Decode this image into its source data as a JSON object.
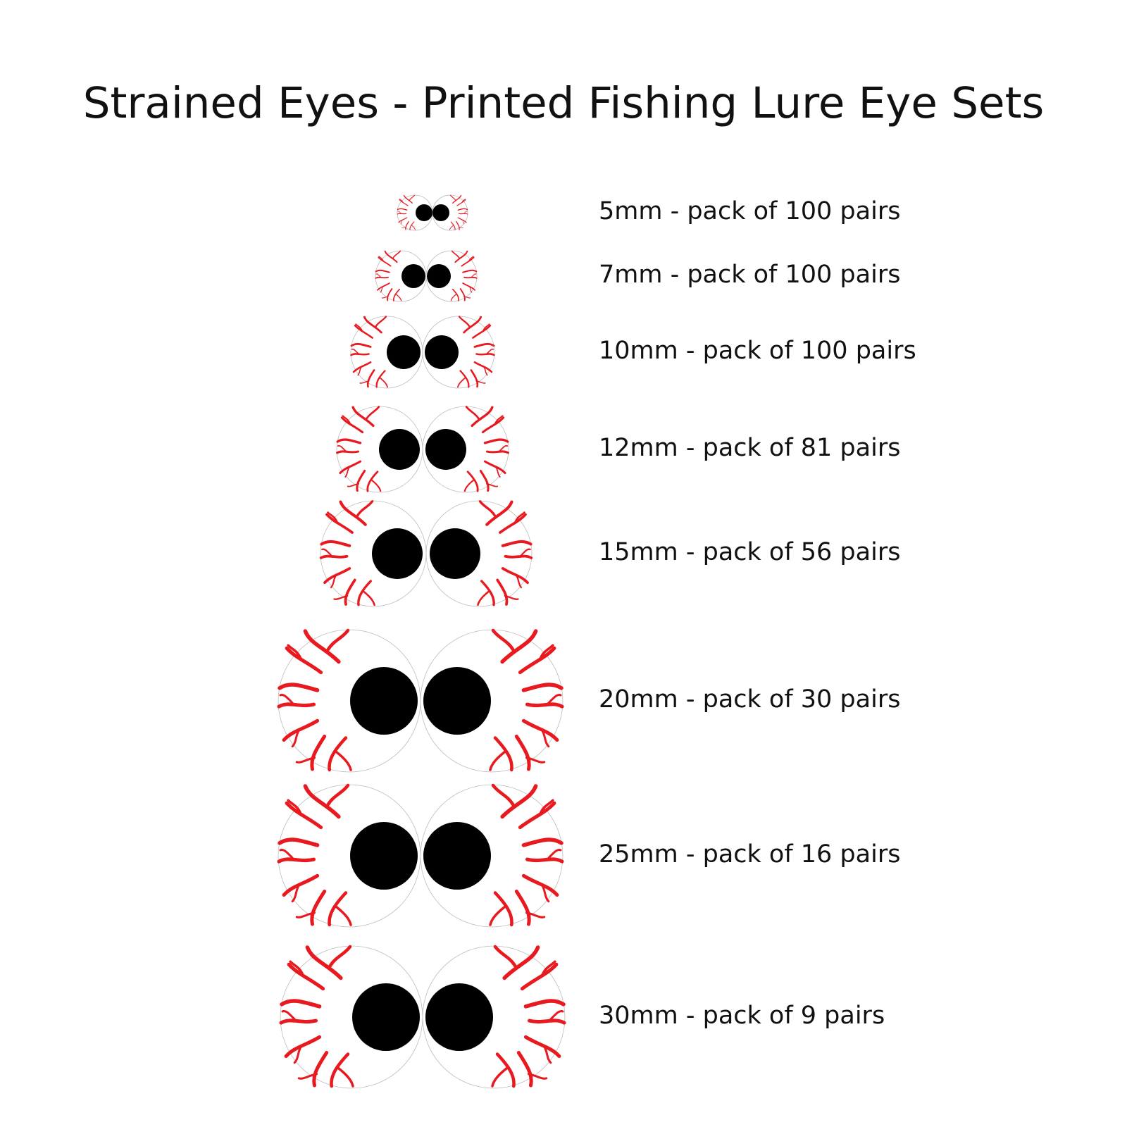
{
  "title": "Strained Eyes - Printed Fishing Lure Eye Sets",
  "colors": {
    "vein": "#e8191f",
    "pupil": "#000000",
    "eye_white": "#ffffff",
    "outline": "#bdbdbd",
    "text": "#111111"
  },
  "eye_sets": [
    {
      "label": "5mm - pack of 100 pairs"
    },
    {
      "label": "7mm - pack of 100 pairs"
    },
    {
      "label": "10mm - pack of 100 pairs"
    },
    {
      "label": "12mm - pack of 81 pairs"
    },
    {
      "label": "15mm - pack of 56 pairs"
    },
    {
      "label": "20mm - pack of 30 pairs"
    },
    {
      "label": "25mm - pack of 16 pairs"
    },
    {
      "label": "30mm - pack of 9 pairs"
    }
  ]
}
